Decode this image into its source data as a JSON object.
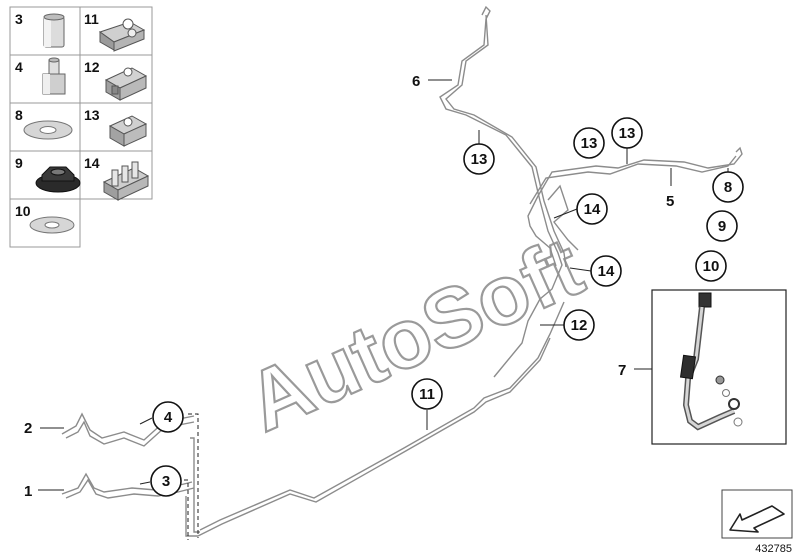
{
  "diagram": {
    "image_number": "432785",
    "watermark": "AutoSoft",
    "legend_parts": [
      {
        "num": "3",
        "icon": "hex-sleeve-nut-icon"
      },
      {
        "num": "11",
        "icon": "double-pipe-clip-icon"
      },
      {
        "num": "4",
        "icon": "pipe-union-nut-icon"
      },
      {
        "num": "12",
        "icon": "pipe-holder-bracket-icon"
      },
      {
        "num": "8",
        "icon": "flat-washer-icon"
      },
      {
        "num": "13",
        "icon": "single-pipe-clip-icon"
      },
      {
        "num": "9",
        "icon": "rubber-grommet-icon"
      },
      {
        "num": "14",
        "icon": "multi-pipe-clip-icon"
      },
      {
        "num": "10",
        "icon": "flat-washer-icon"
      }
    ],
    "plain_labels": [
      "6",
      "5",
      "7",
      "2",
      "1"
    ],
    "circled_labels": [
      "13",
      "13",
      "13",
      "8",
      "14",
      "9",
      "14",
      "10",
      "12",
      "11",
      "4",
      "3"
    ]
  }
}
